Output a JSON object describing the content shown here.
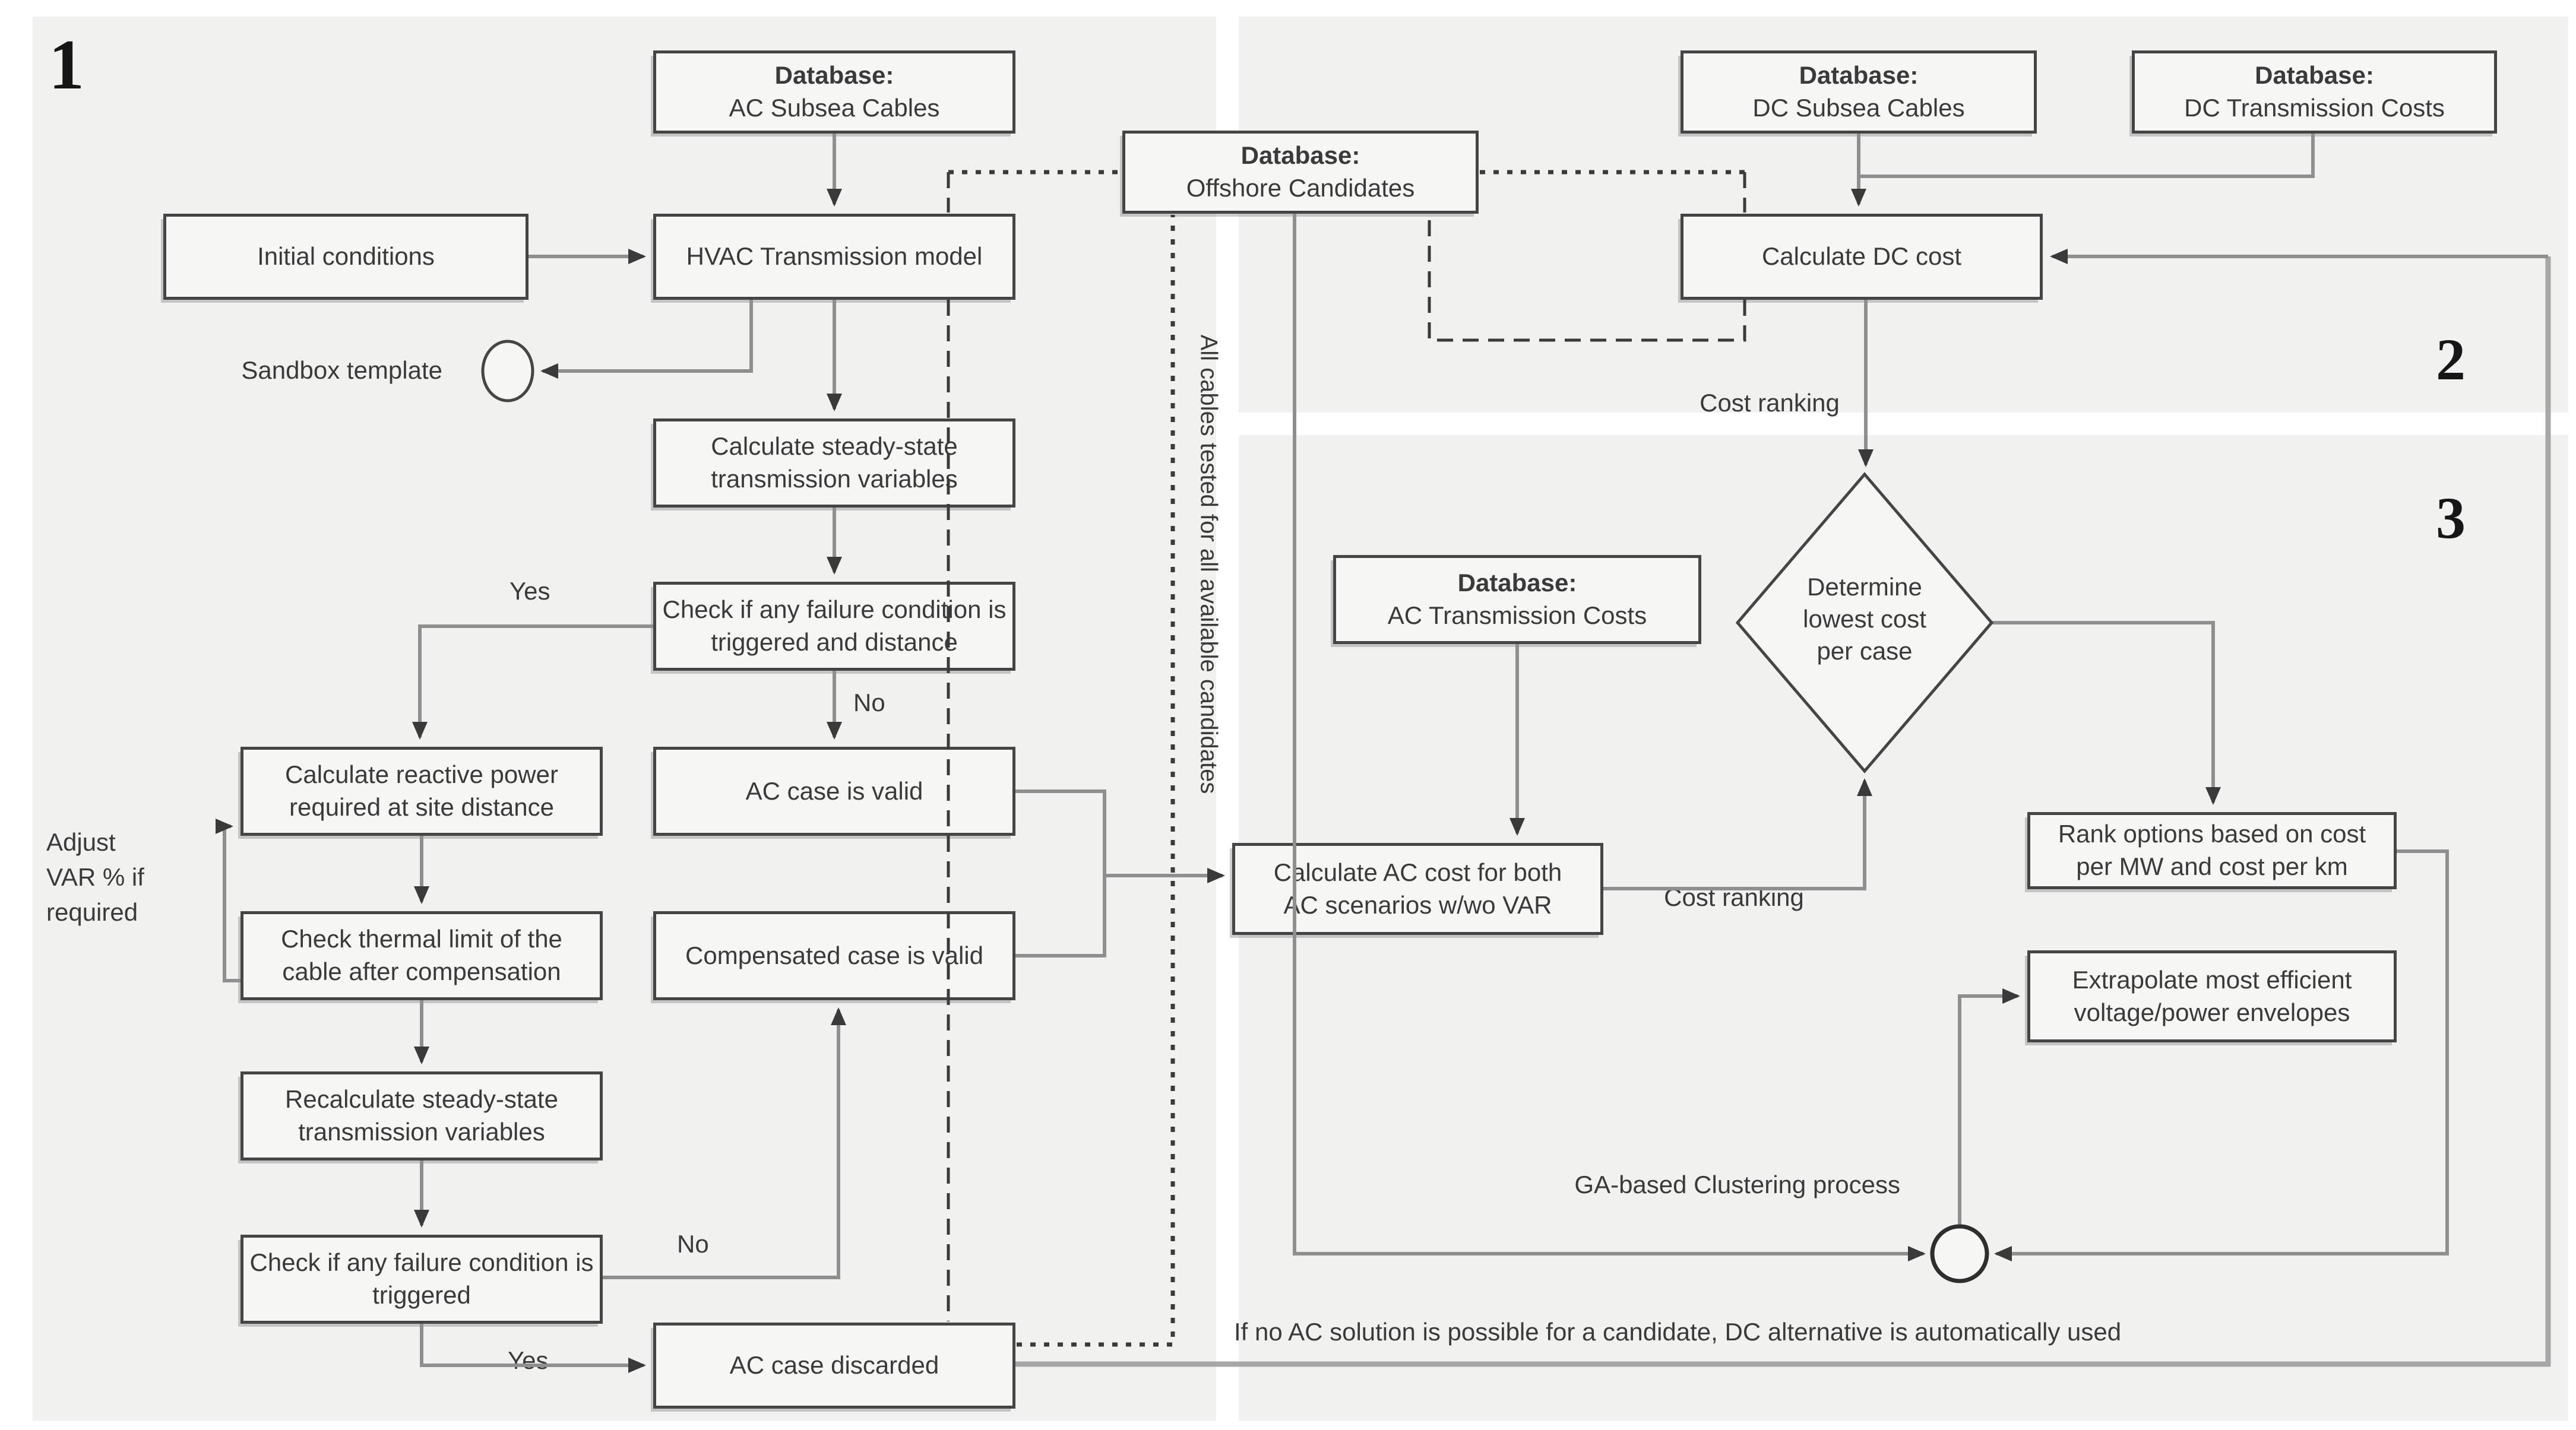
{
  "sections": {
    "one": "1",
    "two": "2",
    "three": "3"
  },
  "nodes": {
    "db_ac_subsea": {
      "title": "Database:",
      "subtitle": "AC Subsea Cables"
    },
    "initial_conditions": {
      "label": "Initial conditions"
    },
    "hvac_model": {
      "label": "HVAC Transmission model"
    },
    "calc_steady": {
      "label": "Calculate steady-state transmission variables"
    },
    "check_fail_dist": {
      "label": "Check if any failure condition is triggered and distance"
    },
    "calc_reactive": {
      "label": "Calculate reactive power required at site distance"
    },
    "check_thermal": {
      "label": "Check thermal limit of the cable after compensation"
    },
    "ac_valid": {
      "label": "AC case is valid"
    },
    "comp_valid": {
      "label": "Compensated case is valid"
    },
    "recalc_steady": {
      "label": "Recalculate steady-state transmission variables"
    },
    "check_fail2": {
      "label": "Check if any failure condition is triggered"
    },
    "ac_discarded": {
      "label": "AC case discarded"
    },
    "db_offshore": {
      "title": "Database:",
      "subtitle": "Offshore Candidates"
    },
    "db_dc_subsea": {
      "title": "Database:",
      "subtitle": "DC Subsea Cables"
    },
    "db_dc_costs": {
      "title": "Database:",
      "subtitle": "DC Transmission Costs"
    },
    "calc_dc": {
      "label": "Calculate DC cost"
    },
    "db_ac_costs": {
      "title": "Database:",
      "subtitle": "AC Transmission Costs"
    },
    "diamond": {
      "label": "Determine lowest cost per case"
    },
    "calc_ac": {
      "label": "Calculate AC cost for both AC scenarios w/wo VAR"
    },
    "rank_options": {
      "label": "Rank options based on cost per MW and cost per km"
    },
    "extrapolate": {
      "label": "Extrapolate most efficient voltage/power envelopes"
    }
  },
  "labels": {
    "sandbox": "Sandbox template",
    "yes1": "Yes",
    "no1": "No",
    "no2": "No",
    "yes2": "Yes",
    "adjust_var": {
      "l1": "Adjust",
      "l2": "VAR % if",
      "l3": "required"
    },
    "cost_ranking_dc": "Cost ranking",
    "cost_ranking_ac": "Cost ranking",
    "ga_cluster": "GA-based Clustering process",
    "all_cables": "All cables tested for all available candidates",
    "bottom_note": "If no AC solution is possible for a candidate, DC alternative is automatically used"
  },
  "colors": {
    "panel": "#f1f1f0",
    "boxfill": "#f6f6f5",
    "stroke": "#454545",
    "line": "#8f8f8f",
    "dark": "#3a3a3a"
  }
}
